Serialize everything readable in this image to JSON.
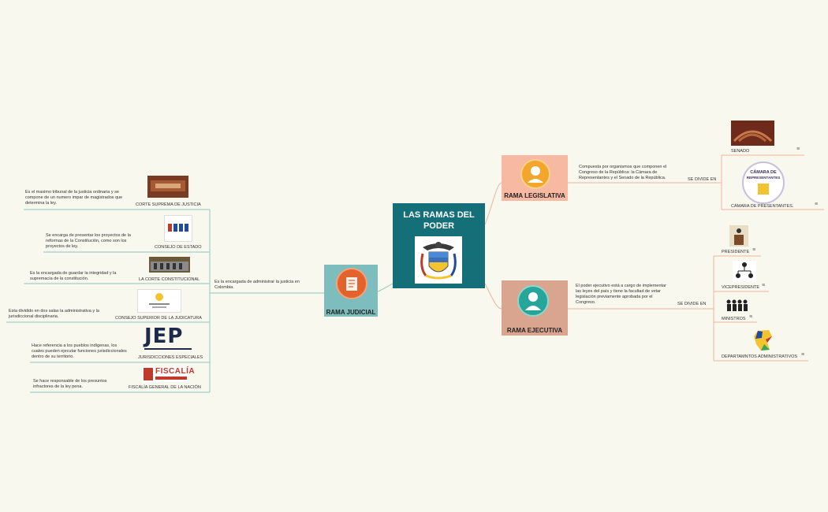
{
  "central": {
    "title": "LAS RAMAS DEL PODER"
  },
  "judicial": {
    "label": "RAMA JUDICIAL",
    "description": "Es la encargada de administrar la justicia en Colombia.",
    "items": [
      {
        "label": "CORTE SUPREMA DE JUSTICIA",
        "description": "Es el maximo tribunal de la justicia ordinaria y se compone de un numero impar de magistrados que determina la ley."
      },
      {
        "label": "CONSEJO DE ESTADO",
        "description": "Se encarga de presentar los proyectos de la reformas de la Constitución, como son los proyectos de ley."
      },
      {
        "label": "LA CORTE CONSTITUCIONAL",
        "description": "Es la encargada de guardar la integridad y la supremacía de la constitución."
      },
      {
        "label": "CONSEJO SUPERIOR DE LA JUDICATURA",
        "description": "Esta dividido en dos salas la administrativa y la jurisdiccional disciplinaria."
      },
      {
        "label": "JURISDICCIONES ESPECIALES",
        "description": "Hace referencia a los pueblos indígenas, los cuales pueden ejecutar funciones jurisdiccionales dentro de su territorio."
      },
      {
        "label": "FISCALÍA GENERAL DE LA NACIÓN",
        "description": "Se hace responsable de los presuntos infractores de la ley pena."
      }
    ],
    "jep_logo": "JEP",
    "fiscalia_logo": "FISCALÍA"
  },
  "legislativa": {
    "label": "RAMA LEGISLATIVA",
    "description": "Compuesta por organismos que componen el Congreso de la República: la Cámara de Representantes y el Senado de la República.",
    "divide": "SE DIVIDE EN",
    "items": [
      {
        "label": "SENADO"
      },
      {
        "label": "CÁMARA DE PRESENTANTES."
      }
    ],
    "camara_logo_line1": "CÁMARA DE",
    "camara_logo_line2": "REPRESENTANTES"
  },
  "ejecutiva": {
    "label": "RAMA EJECUTIVA",
    "description": "El poder ejecutivo está a cargo de implementar las leyes del país y tiene la facultad de vetar legislación previamente aprobada por el Congreso.",
    "divide": "SE DIVIDE EN",
    "items": [
      {
        "label": "PRESIDENTE"
      },
      {
        "label": "VICEPRESIDENTE"
      },
      {
        "label": "MINISTROS"
      },
      {
        "label": "DEPARTAMNTOS ADMINISTRATIVOS"
      }
    ]
  },
  "colors": {
    "background": "#f8f8ee",
    "central": "#156f78",
    "judicial": "#7dbdbd",
    "legislativa": "#f7b9a2",
    "ejecutiva": "#d9a58f",
    "judicial_line": "#8fc7bd",
    "right_line": "#f0b49c"
  },
  "icons": [
    "colombia-coat-of-arms-icon",
    "book-icon",
    "judge-icon",
    "person-icon",
    "podium-icon",
    "org-chart-icon",
    "ministers-icon",
    "colombia-map-icon",
    "note-icon"
  ]
}
